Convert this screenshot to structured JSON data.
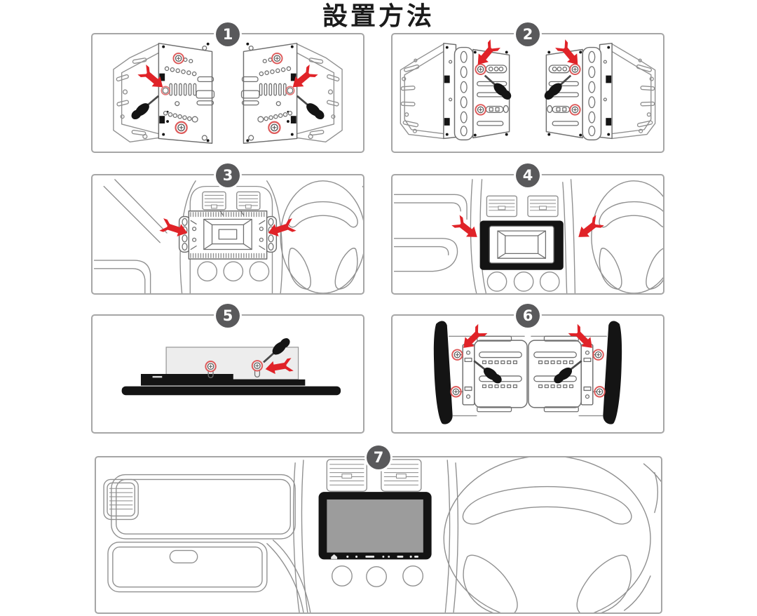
{
  "page": {
    "title": "設置方法"
  },
  "steps": [
    {
      "number": "1"
    },
    {
      "number": "2"
    },
    {
      "number": "3"
    },
    {
      "number": "4"
    },
    {
      "number": "5"
    },
    {
      "number": "6"
    },
    {
      "number": "7"
    }
  ],
  "colors": {
    "badge_bg": "#59595b",
    "badge_text": "#ffffff",
    "arrow": "#e02328",
    "screw_ring": "#dd5a5a",
    "outline": "#909090",
    "component": "#6f6f6f",
    "black_part": "#141414",
    "screen": "#9c9c9c",
    "panel_border": "#a6a6a6",
    "title_color": "#1b1b1b",
    "page_bg": "#ffffff"
  }
}
